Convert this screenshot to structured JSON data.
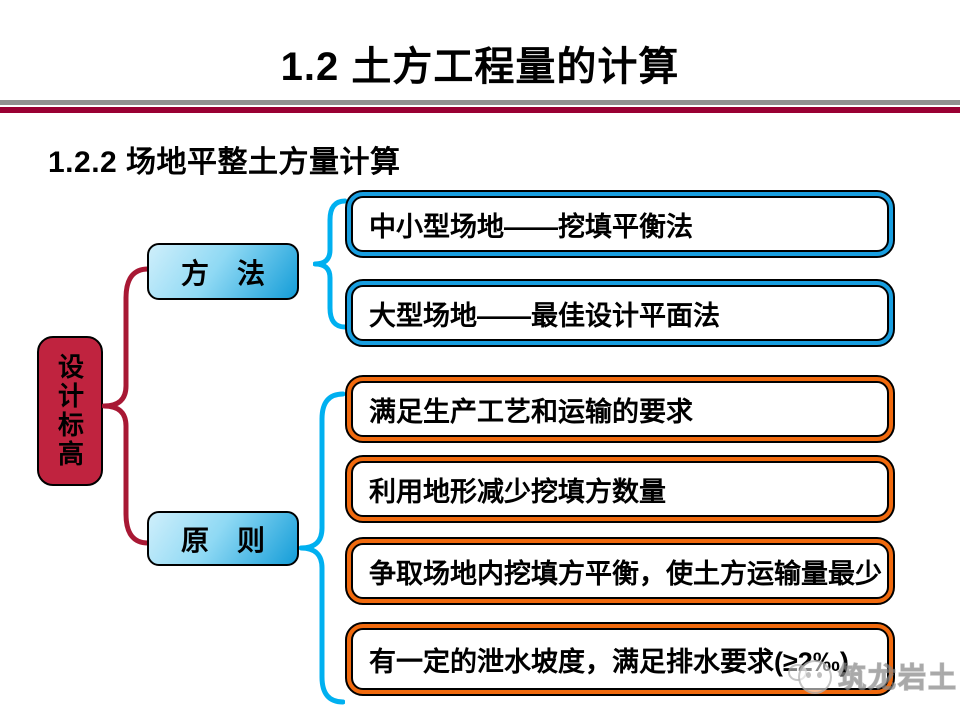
{
  "slide": {
    "title": "1.2 土方工程量的计算",
    "subtitle": "1.2.2 场地平整土方量计算"
  },
  "diagram": {
    "root": {
      "label": "设计标高"
    },
    "branches": [
      {
        "label": "方　法",
        "items": [
          "中小型场地——挖填平衡法",
          "大型场地——最佳设计平面法"
        ]
      },
      {
        "label": "原　则",
        "items": [
          "满足生产工艺和运输的要求",
          "利用地形减少挖填方数量",
          "争取场地内挖填方平衡，使土方运输量最少",
          "有一定的泄水坡度，满足排水要求(≥2‰)"
        ]
      }
    ]
  },
  "watermark": {
    "text": "筑龙岩土",
    "icon": "panda-chat-logo"
  },
  "colors": {
    "gray_rule": "#919191",
    "red_rule": "#990033",
    "crimson_fill": "#C0233F",
    "red_brace": "#A81834",
    "cyan": "#00B0F0",
    "blue_band": "#189EE0",
    "orange_band": "#F16A0E",
    "branch_gradient_start": "#CFEFFB",
    "branch_gradient_mid": "#8FD9F4",
    "branch_gradient_end": "#149DD8",
    "watermark_gray": "#9A9A9A"
  }
}
